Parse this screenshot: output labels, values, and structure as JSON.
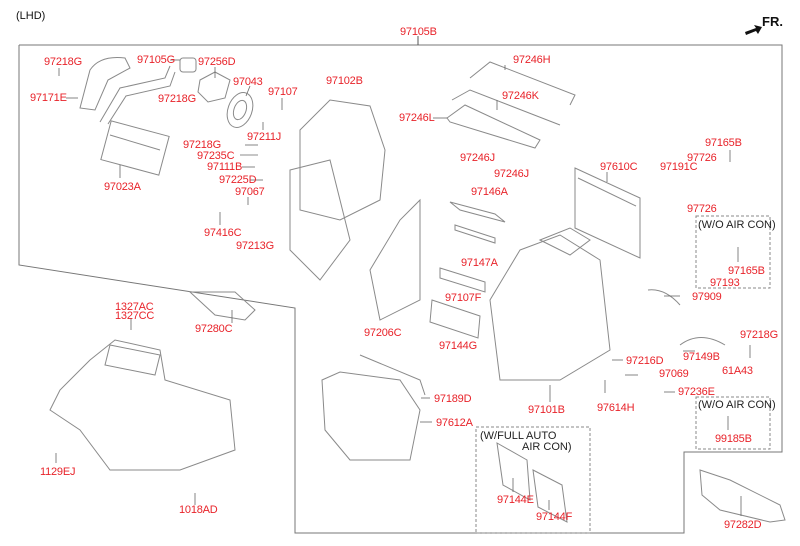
{
  "header": {
    "variant": "(LHD)",
    "direction": "FR."
  },
  "assembly_label": "97105B",
  "parts": {
    "p97218G_a": "97218G",
    "p97171E": "97171E",
    "p97105G": "97105G",
    "p97256D": "97256D",
    "p97218G_b": "97218G",
    "p97043": "97043",
    "p97107": "97107",
    "p97211J": "97211J",
    "p97102B": "97102B",
    "p97023A": "97023A",
    "p97218G_c": "97218G",
    "p97235C": "97235C",
    "p97111B": "97111B",
    "p97225D": "97225D",
    "p97067": "97067",
    "p97416C": "97416C",
    "p97213G": "97213G",
    "p97246H": "97246H",
    "p97246K": "97246K",
    "p97246L": "97246L",
    "p97246J_a": "97246J",
    "p97246J_b": "97246J",
    "p97146A": "97146A",
    "p97147A": "97147A",
    "p97107F": "97107F",
    "p97144G": "97144G",
    "p97206C": "97206C",
    "p97610C": "97610C",
    "p97191C": "97191C",
    "p97726_a": "97726",
    "p97726_b": "97726",
    "p97165B_a": "97165B",
    "p97165B_b": "97165B",
    "p97193": "97193",
    "p97909": "97909",
    "p97218G_d": "97218G",
    "p97149B": "97149B",
    "p61A43": "61A43",
    "p97216D": "97216D",
    "p97069": "97069",
    "p97236E": "97236E",
    "p97614H": "97614H",
    "p99185B": "99185B",
    "p97101B": "97101B",
    "p97189D": "97189D",
    "p97612A": "97612A",
    "p97144E": "97144E",
    "p97144F": "97144F",
    "p97282D": "97282D",
    "p97280C": "97280C",
    "p1327AC": "1327AC",
    "p1327CC": "1327CC",
    "p1129EJ": "1129EJ",
    "p1018AD": "1018AD"
  },
  "notes": {
    "wo_aircon_1": "(W/O AIR CON)",
    "wo_aircon_2": "(W/O AIR CON)",
    "full_auto_line1": "(W/FULL AUTO",
    "full_auto_line2": "AIR CON)"
  },
  "colors": {
    "label": "#e8232a",
    "line": "#555555",
    "drawing": "#8a8a8a"
  }
}
